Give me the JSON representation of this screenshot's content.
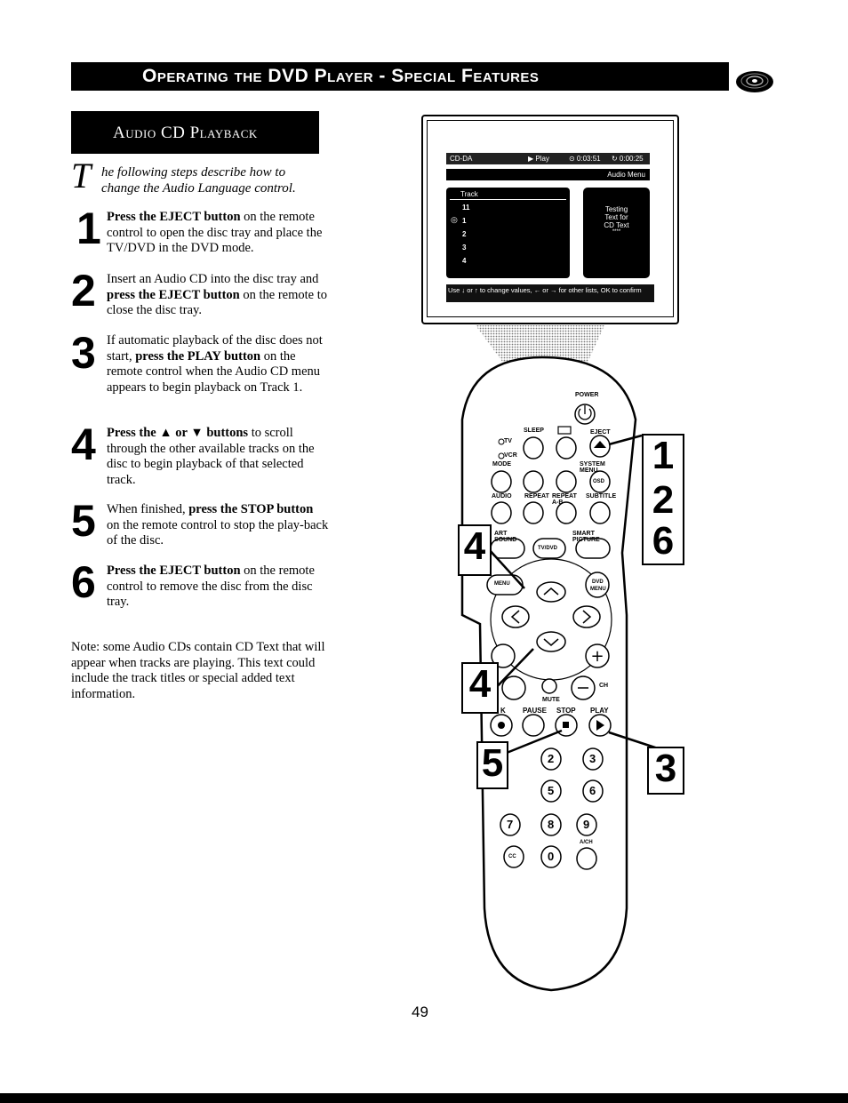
{
  "header": {
    "title": "Operating the DVD Player - Special Features",
    "section": "Audio CD Playback"
  },
  "intro": {
    "drop_cap": "T",
    "text": "he following steps describe how to change the Audio Language control."
  },
  "steps": [
    {
      "num": "1",
      "bold": "Press the EJECT button",
      "rest": " on the remote control to open the disc tray and place the TV/DVD in the DVD mode."
    },
    {
      "num": "2",
      "pre": "Insert an Audio CD into the disc tray and ",
      "bold": "press the EJECT button",
      "rest": " on the remote to close the disc tray."
    },
    {
      "num": "3",
      "pre": "If automatic playback of the disc does not start, ",
      "bold": "press the PLAY button",
      "rest": " on the remote control when the Audio CD menu appears to begin playback on Track 1."
    },
    {
      "num": "4",
      "bold": "Press the ▲ or ▼ buttons",
      "rest": " to scroll through the other available tracks on the disc to begin playback of that selected track."
    },
    {
      "num": "5",
      "pre": "When finished, ",
      "bold": "press the STOP button",
      "rest": " on the remote control to stop the play-back of the disc."
    },
    {
      "num": "6",
      "bold": "Press the EJECT button",
      "rest": " on the remote control to remove the disc from the disc tray."
    }
  ],
  "note": "Note: some Audio CDs contain CD Text that will appear when tracks are playing. This text could include the track titles or special added text information.",
  "page_number": "49",
  "screen": {
    "mode": "CD-DA",
    "play_status": "▶ Play",
    "total_time": "⊙ 0:03:51",
    "track_time": "↻ 0:00:25",
    "menu_title": "Audio Menu",
    "track_header": "Track",
    "tracks": [
      "11",
      "1",
      "2",
      "3",
      "4"
    ],
    "info_lines": [
      "Testing",
      "Text for",
      "CD Text",
      "****"
    ],
    "hint": "Use ↓ or ↑ to change values, ← or → for other lists, OK to confirm"
  },
  "remote": {
    "labels": {
      "power": "POWER",
      "sleep": "SLEEP",
      "eject": "EJECT",
      "tv": "TV",
      "vcr": "VCR",
      "mode": "MODE",
      "system_menu": "SYSTEM MENU",
      "osd": "OSD",
      "audio": "AUDIO",
      "repeat": "REPEAT",
      "repeat_ab": "REPEAT A-B",
      "subtitle": "SUBTITLE",
      "smart_sound": "ART SOUND",
      "smart_picture": "SMART PICTURE",
      "tvdvd": "TV/DVD",
      "menu": "MENU",
      "dvd_menu_1": "DVD",
      "dvd_menu_2": "MENU",
      "ch": "CH",
      "mute": "MUTE",
      "pause": "PAUSE",
      "stop": "STOP",
      "play": "PLAY",
      "k": "K",
      "ach": "A/CH",
      "cc": "CC"
    },
    "digits": [
      "2",
      "3",
      "5",
      "6",
      "7",
      "8",
      "9",
      "0"
    ]
  },
  "callouts": {
    "right_top": [
      "1",
      "2",
      "6"
    ],
    "left_mid": "4",
    "left_low": "4",
    "stop": "5",
    "play": "3"
  }
}
